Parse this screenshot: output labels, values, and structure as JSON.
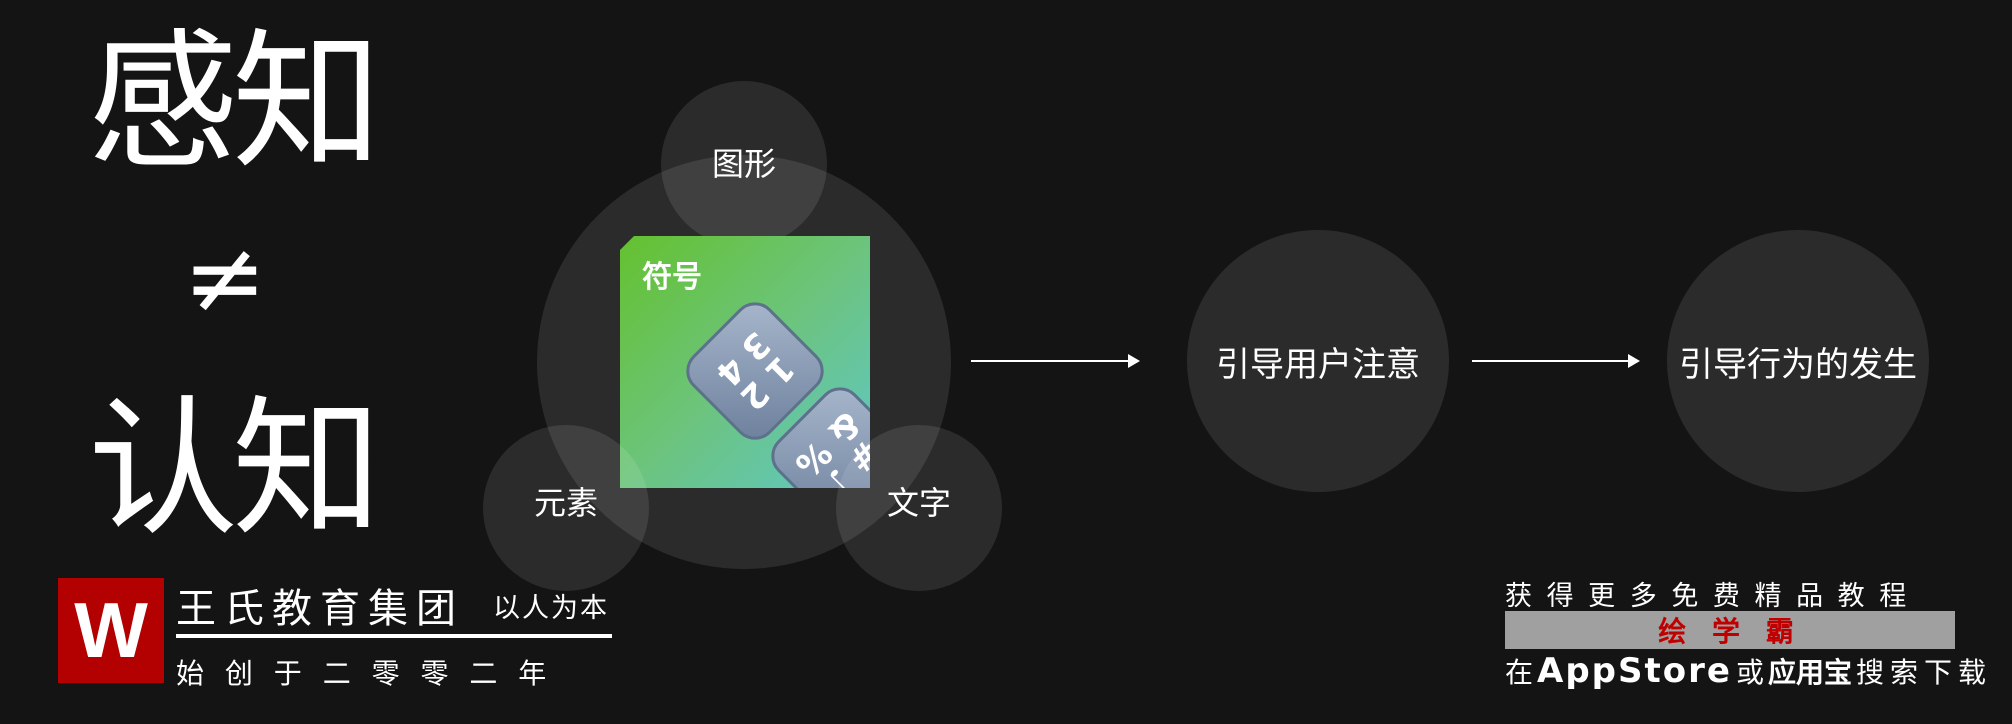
{
  "title": {
    "top": "感知",
    "symbol": "≠",
    "bottom": "认知"
  },
  "venn": {
    "top": "图形",
    "left": "元素",
    "right": "文字",
    "center_card": {
      "label": "符号",
      "die1": "1 2\n3 4",
      "die2": "# ♪\n& %"
    }
  },
  "flow": {
    "step1": "引导用户注意",
    "step2": "引导行为的发生"
  },
  "footer_left": {
    "brand": "王氏教育集团",
    "slogan": "以人为本",
    "founded": "始 创 于 二 零 零 二 年",
    "logo_letter": "W"
  },
  "footer_right": {
    "line1": "获 得 更 多 免 费 精 品 教 程",
    "app_name": "绘 学 霸",
    "line3_a": "在",
    "line3_b": "AppStore",
    "line3_c": "或",
    "line3_d": "应用宝",
    "line3_e": "搜索下载"
  },
  "colors": {
    "background": "#141414",
    "brand_red": "#b30000",
    "card_green": "#64c12e"
  }
}
